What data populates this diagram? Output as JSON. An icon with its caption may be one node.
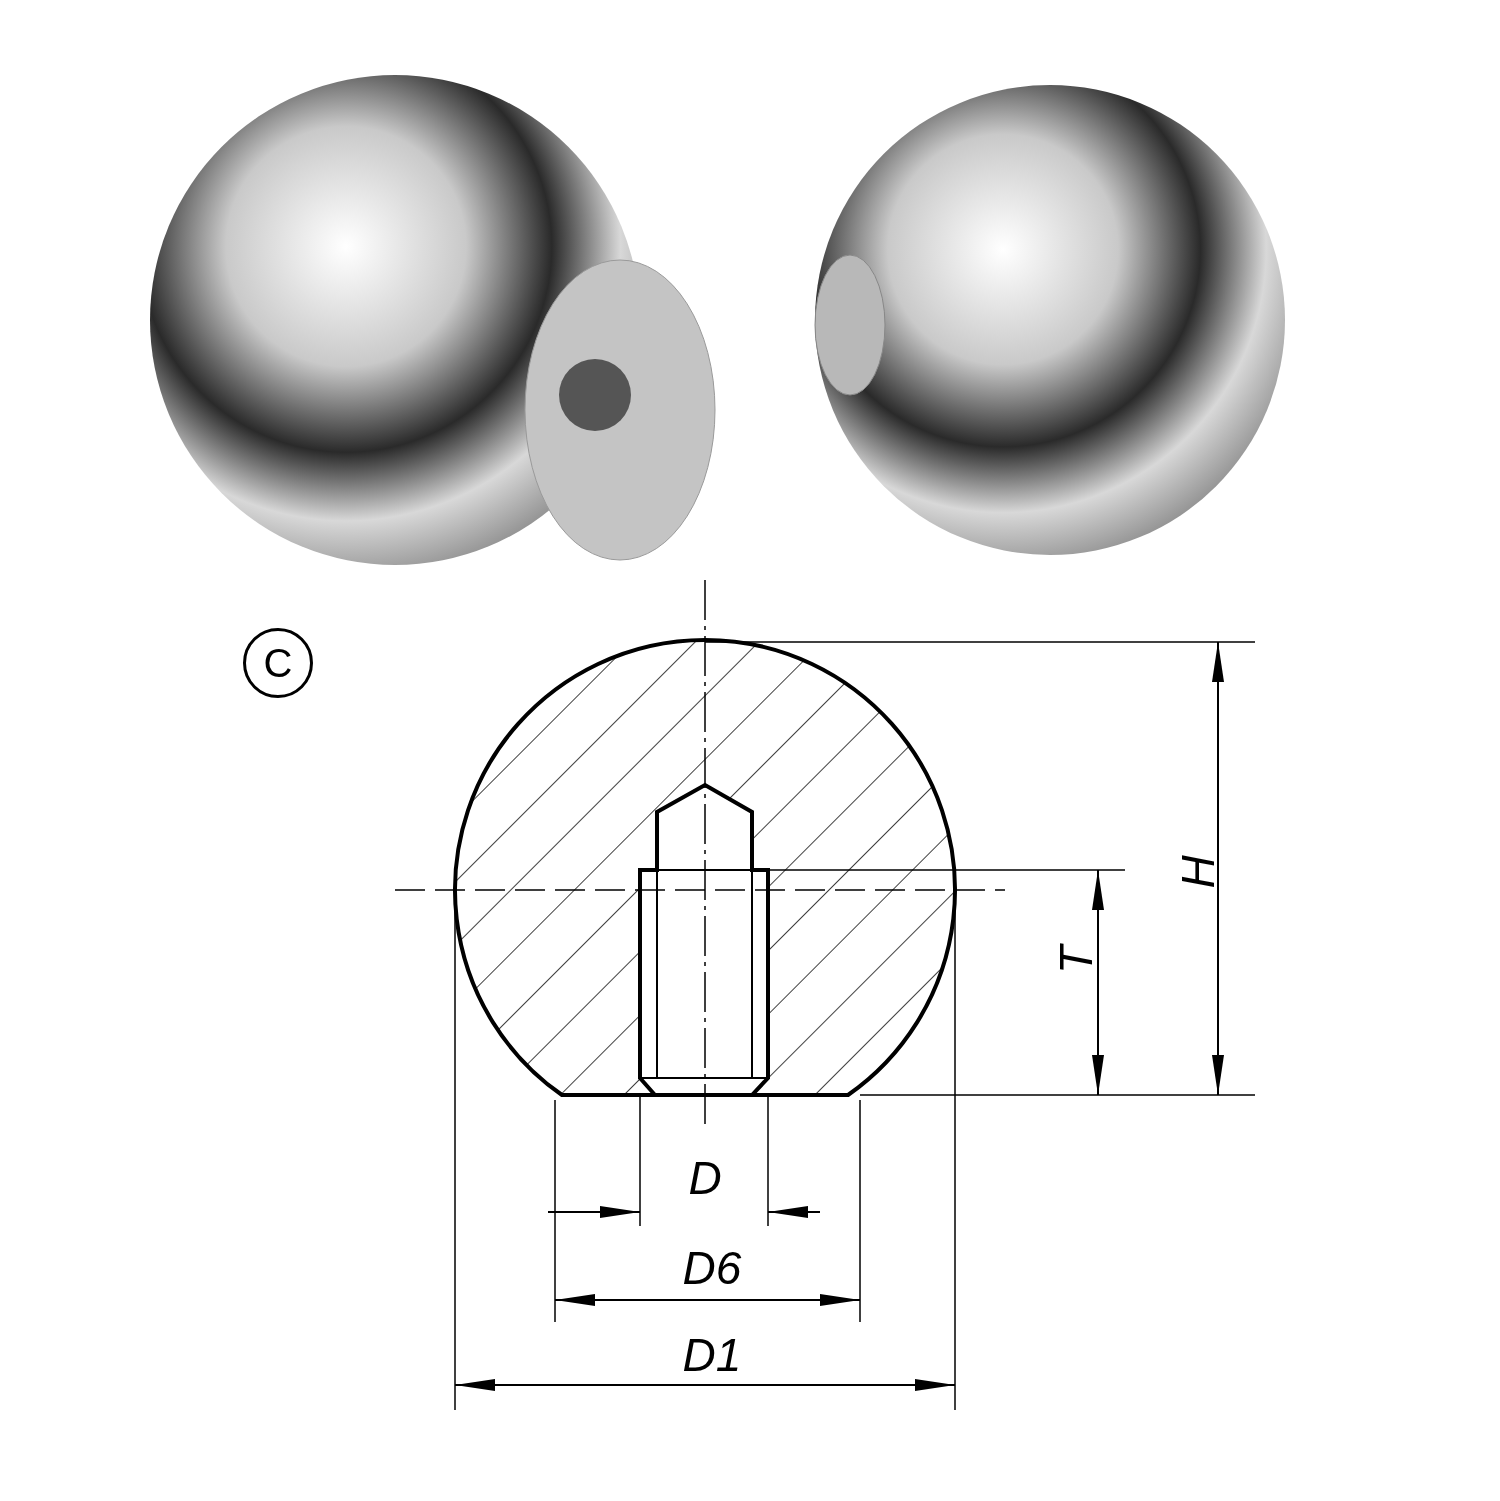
{
  "diagram": {
    "labels": [
      "C",
      "H",
      "T",
      "D",
      "D6",
      "D1"
    ]
  }
}
